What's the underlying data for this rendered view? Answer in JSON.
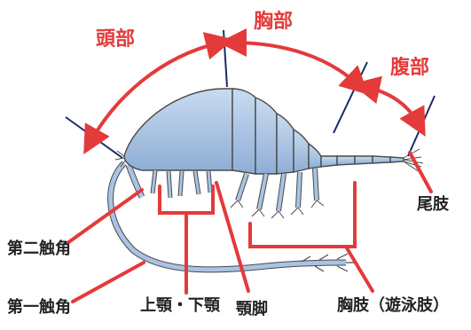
{
  "regions": {
    "head": "頭部",
    "thorax": "胸部",
    "abdomen": "腹部"
  },
  "parts": {
    "second_antenna": "第二触角",
    "first_antenna": "第一触角",
    "jaws": "上顎・下顎",
    "maxilliped": "顎脚",
    "thoracic_legs": "胸肢（遊泳肢）",
    "uropod": "尾肢"
  },
  "colors": {
    "annotation": "#e43a3a",
    "divider": "#1b2a6b",
    "body": "#a9c3e4",
    "outline": "#4a4a4a"
  }
}
